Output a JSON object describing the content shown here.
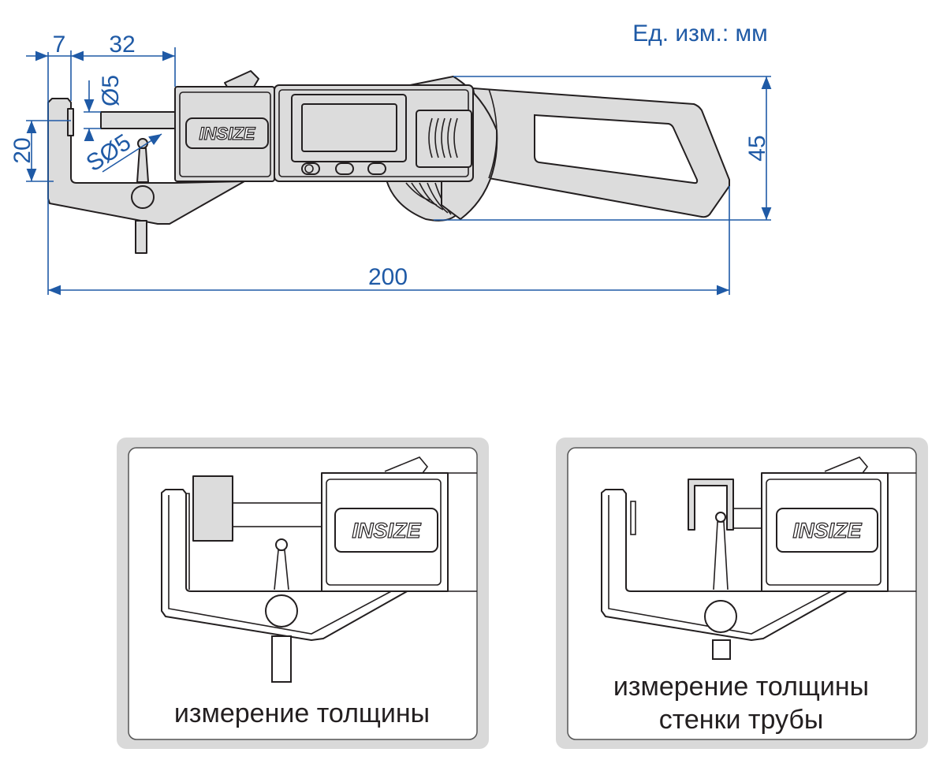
{
  "units_label": "Ед. изм.: мм",
  "brand_logo": "INSIZE",
  "dimensions": {
    "anvil_width": "7",
    "spindle_reach": "32",
    "spindle_diameter": "Ø5",
    "ball_diameter": "SØ5",
    "throat_depth": "20",
    "height": "45",
    "length": "200"
  },
  "panels": [
    {
      "caption_lines": [
        "измерение толщины"
      ]
    },
    {
      "caption_lines": [
        "измерение толщины",
        "стенки трубы"
      ]
    }
  ],
  "colors": {
    "dimension": "#1f5aa6",
    "body": "#dcdcdc",
    "outline": "#231f20",
    "panel": "#d9d9d9"
  }
}
